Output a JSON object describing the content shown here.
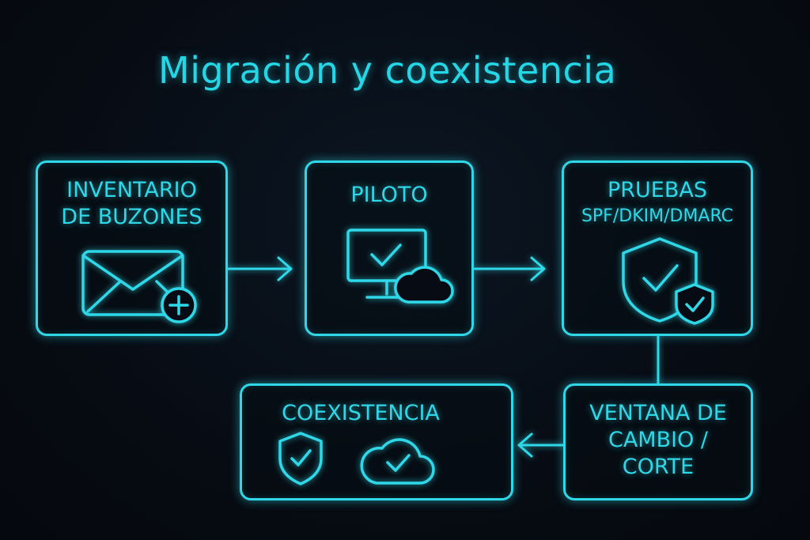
{
  "title": "Migración y coexistencia",
  "colors": {
    "accent": "#2fd8e8",
    "background": "#070c14"
  },
  "steps": {
    "inventory": {
      "line1": "INVENTARIO",
      "line2": "DE BUZONES",
      "icon": "mail-add-icon"
    },
    "pilot": {
      "label": "PILOTO",
      "icon": "monitor-cloud-icon"
    },
    "tests": {
      "label": "PRUEBAS",
      "sublabel": "SPF/DKIM/DMARC",
      "icon": "shield-check-icon"
    },
    "cutover": {
      "line1": "VENTANA DE",
      "line2": "CAMBIO /",
      "line3": "CORTE"
    },
    "coexistence": {
      "label": "COEXISTENCIA",
      "icons": [
        "shield-check-icon",
        "cloud-check-icon"
      ]
    }
  }
}
